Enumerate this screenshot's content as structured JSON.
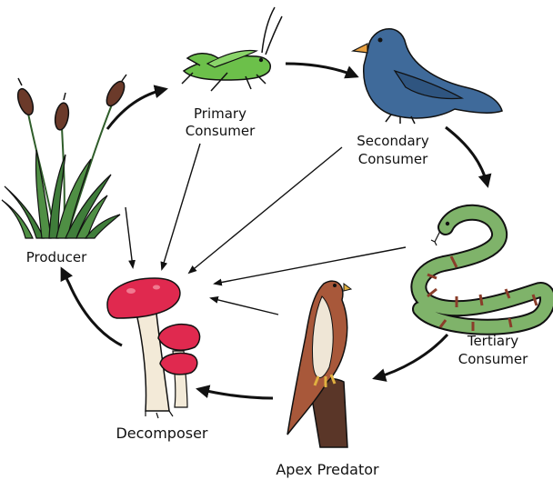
{
  "diagram": {
    "labels": {
      "producer": "Producer",
      "primary_line1": "Primary",
      "primary_line2": "Consumer",
      "secondary_line1": "Secondary",
      "secondary_line2": "Consumer",
      "tertiary_line1": "Tertiary",
      "tertiary_line2": "Consumer",
      "apex": "Apex Predator",
      "decomposer": "Decomposer"
    },
    "organisms": {
      "producer": "cattail-plant-icon",
      "primary": "grasshopper-icon",
      "secondary": "bird-icon",
      "tertiary": "snake-icon",
      "apex": "hawk-icon",
      "decomposer": "mushroom-icon"
    },
    "colors": {
      "grasshopper": "#6cc04a",
      "bird": "#3f6a9a",
      "snake": "#7fb36a",
      "snake_bands": "#8a3d2a",
      "hawk": "#a8583a",
      "mushroom_cap": "#e0294f",
      "cattail": "#6b3a2a",
      "grass": "#3f7d3a",
      "stroke": "#111111"
    }
  }
}
